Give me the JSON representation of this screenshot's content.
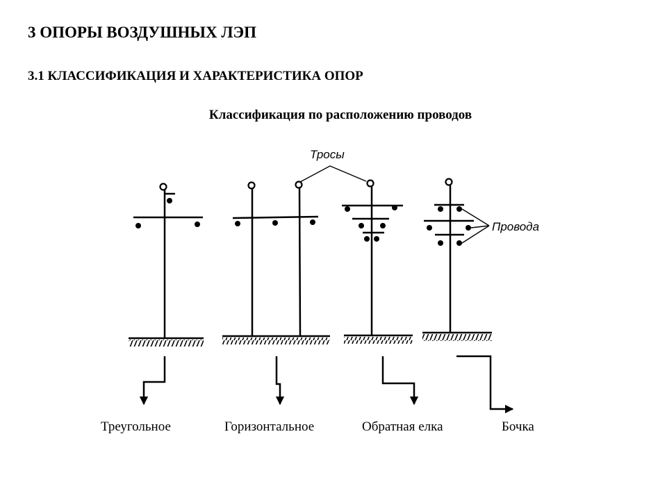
{
  "title": "3 ОПОРЫ ВОЗДУШНЫХ ЛЭП",
  "section": "3.1 КЛАССИФИКАЦИЯ И ХАРАКТЕРИСТИКА ОПОР",
  "subtitle": "Классификация по расположению проводов",
  "diagram": {
    "label_cables": "Тросы",
    "label_wires": "Провода",
    "types": [
      "Треугольное",
      "Горизонтальное",
      "Обратная елка",
      "Бочка"
    ]
  }
}
